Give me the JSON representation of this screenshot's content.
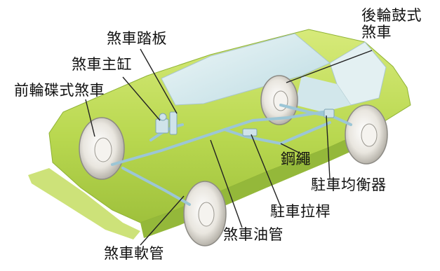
{
  "labels": {
    "brake_pedal": "煞車踏板",
    "master_cylinder": "煞車主缸",
    "front_disc_brake": "前輪碟式煞車",
    "rear_drum_brake_line1": "後輪鼓式",
    "rear_drum_brake_line2": "煞車",
    "cable": "鋼繩",
    "parking_equalizer": "駐車均衡器",
    "parking_lever": "駐車拉桿",
    "brake_line": "煞車油管",
    "brake_hose": "煞車軟管"
  },
  "colors": {
    "body_green": "#b9d850",
    "body_dark": "#8fb236",
    "glass": "#d8ecef",
    "brake_line": "#9cc6d6",
    "tire": "#e8e4dc",
    "tire_shadow": "#8c8a84",
    "leader": "#222222"
  }
}
